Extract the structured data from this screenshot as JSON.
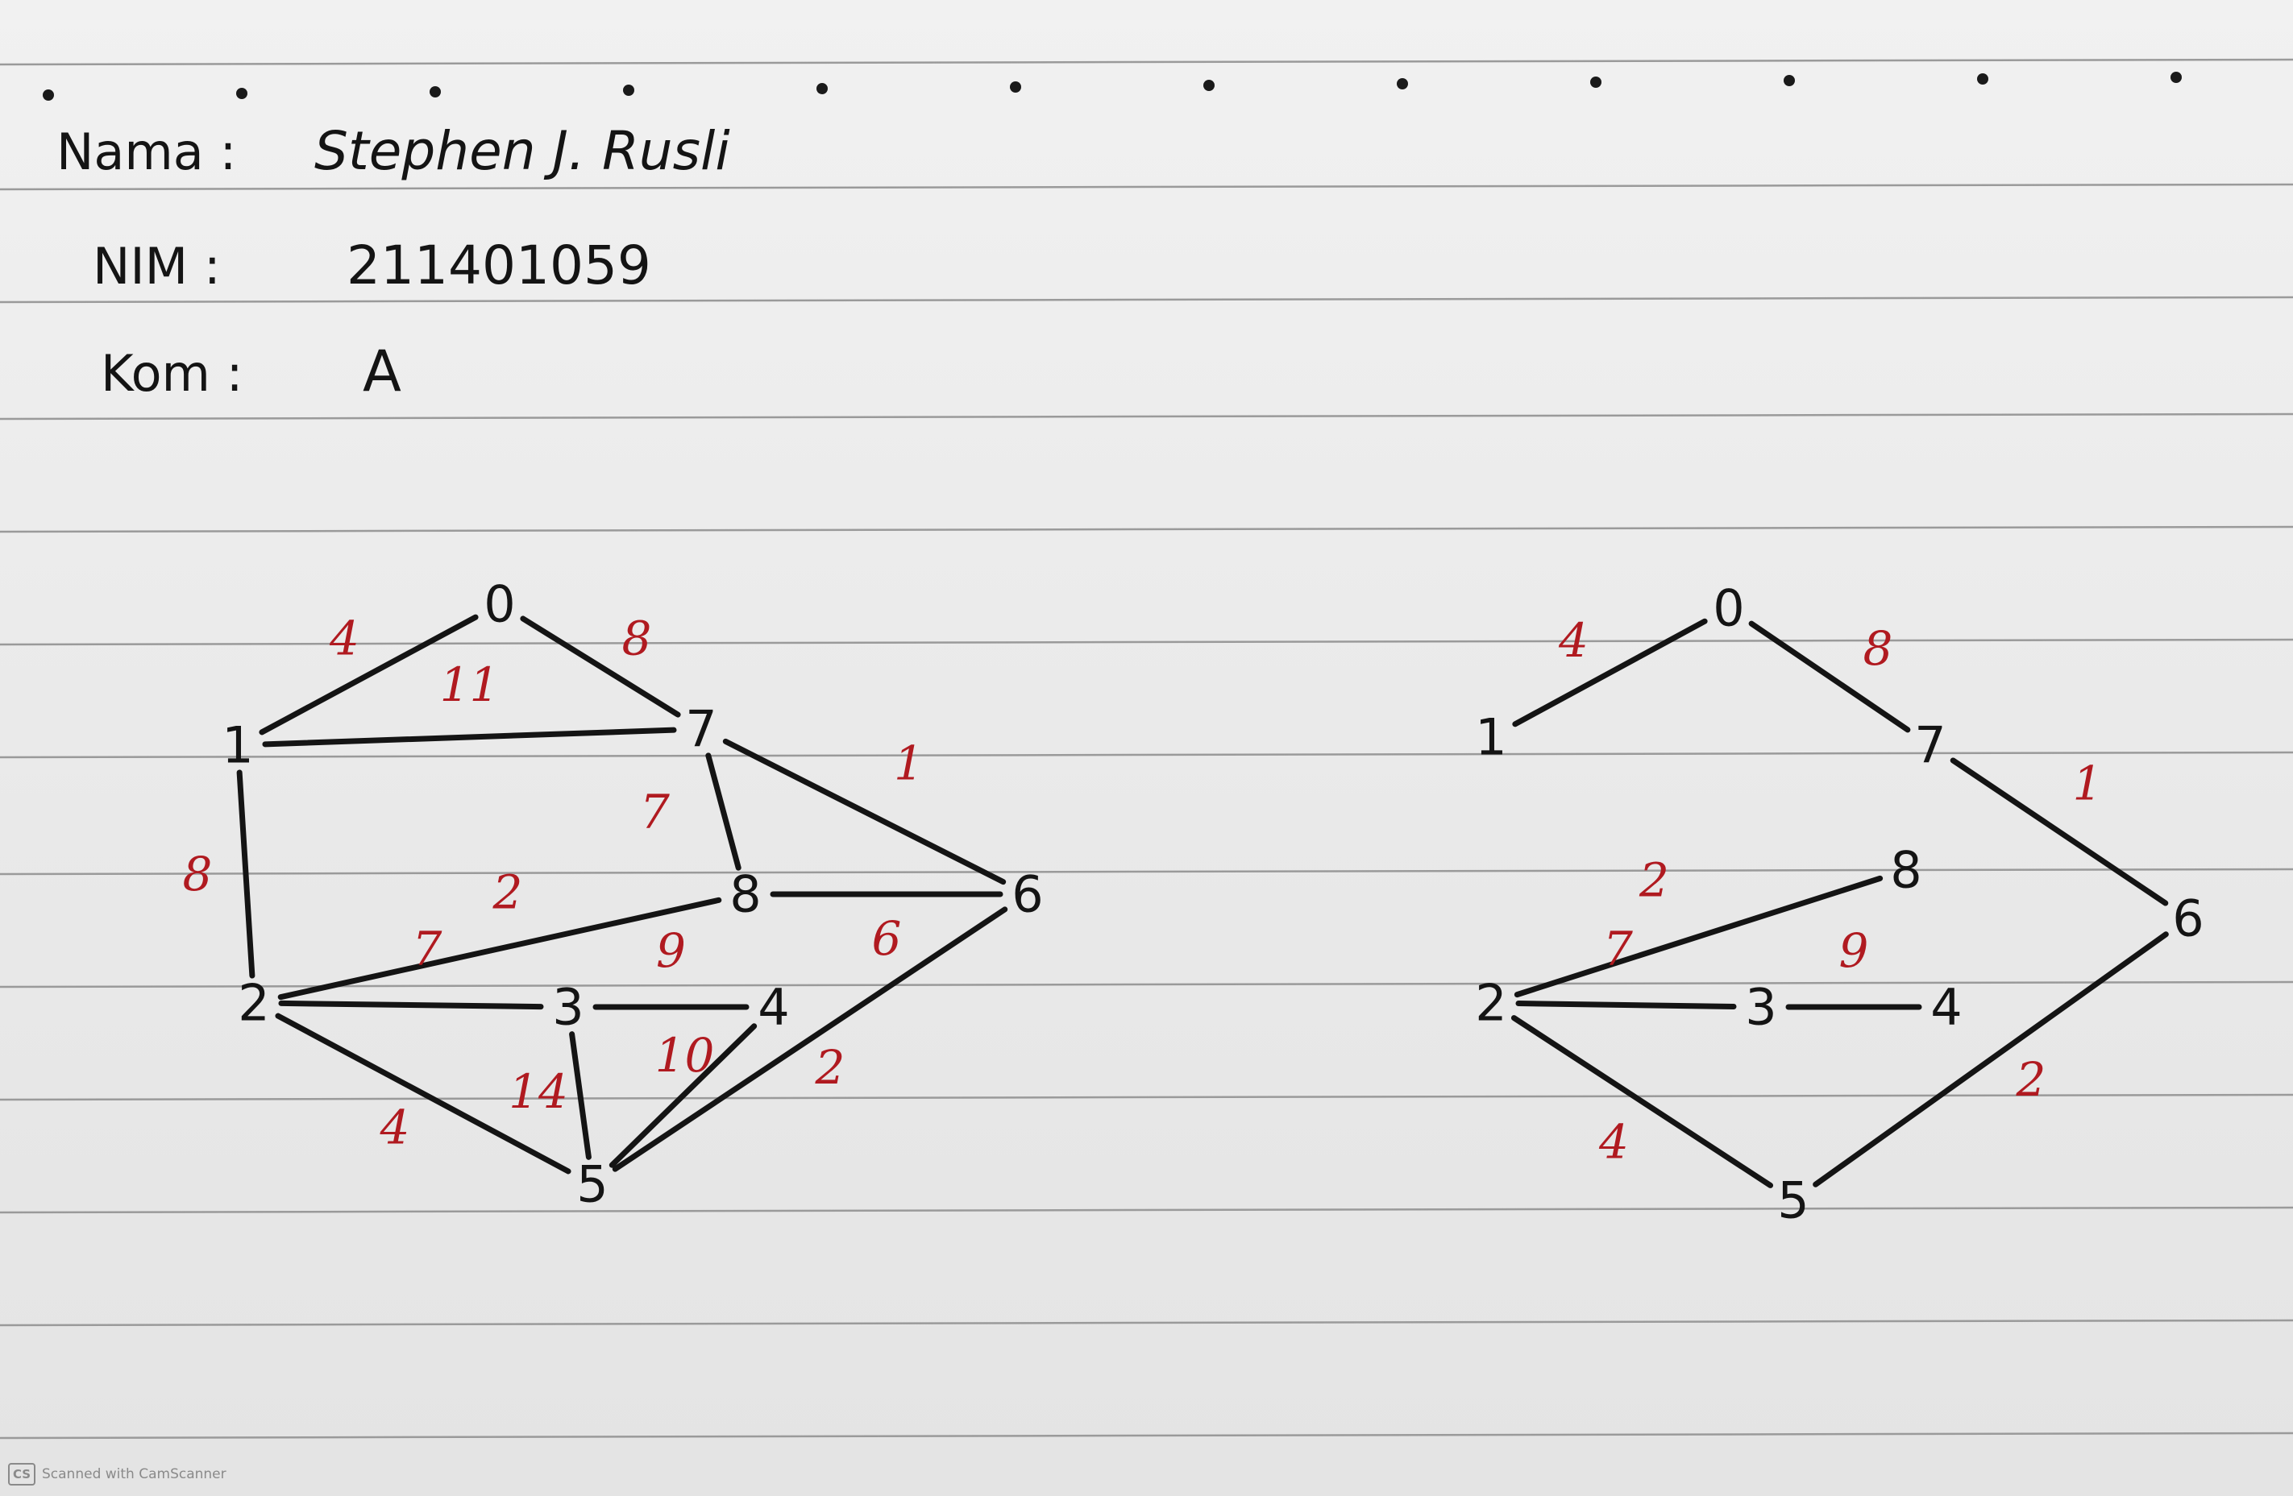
{
  "header": {
    "name_label": "Nama :",
    "name_value": "Stephen J. Rusli",
    "nim_label": "NIM :",
    "nim_value": "211401059",
    "kom_label": "Kom :",
    "kom_value": "A"
  },
  "colors": {
    "ink": "#141414",
    "weight_ink": "#b01a20",
    "paper": "#ececec",
    "rule": "#9a9a9a"
  },
  "left_graph": {
    "nodes": [
      "0",
      "1",
      "7",
      "8",
      "6",
      "2",
      "3",
      "4",
      "5"
    ],
    "edges": [
      {
        "from": "1",
        "to": "0",
        "weight": "4"
      },
      {
        "from": "0",
        "to": "7",
        "weight": "8"
      },
      {
        "from": "1",
        "to": "7",
        "weight": "11"
      },
      {
        "from": "1",
        "to": "2",
        "weight": "8"
      },
      {
        "from": "7",
        "to": "6",
        "weight": "1"
      },
      {
        "from": "7",
        "to": "8",
        "weight": "7"
      },
      {
        "from": "2",
        "to": "8",
        "weight": "2"
      },
      {
        "from": "8",
        "to": "6",
        "weight": "6"
      },
      {
        "from": "2",
        "to": "3",
        "weight": "7"
      },
      {
        "from": "3",
        "to": "4",
        "weight": "9"
      },
      {
        "from": "3",
        "to": "5",
        "weight": "14"
      },
      {
        "from": "4",
        "to": "5",
        "weight": "10"
      },
      {
        "from": "2",
        "to": "5",
        "weight": "4"
      },
      {
        "from": "5",
        "to": "6",
        "weight": "2"
      }
    ]
  },
  "right_graph": {
    "nodes": [
      "0",
      "1",
      "7",
      "8",
      "6",
      "2",
      "3",
      "4",
      "5"
    ],
    "edges": [
      {
        "from": "1",
        "to": "0",
        "weight": "4"
      },
      {
        "from": "0",
        "to": "7",
        "weight": "8"
      },
      {
        "from": "7",
        "to": "6",
        "weight": "1"
      },
      {
        "from": "2",
        "to": "8",
        "weight": "2"
      },
      {
        "from": "2",
        "to": "3",
        "weight": "7"
      },
      {
        "from": "3",
        "to": "4",
        "weight": "9"
      },
      {
        "from": "2",
        "to": "5",
        "weight": "4"
      },
      {
        "from": "5",
        "to": "6",
        "weight": "2"
      }
    ]
  },
  "watermark": {
    "badge": "CS",
    "text": "Scanned with CamScanner"
  }
}
